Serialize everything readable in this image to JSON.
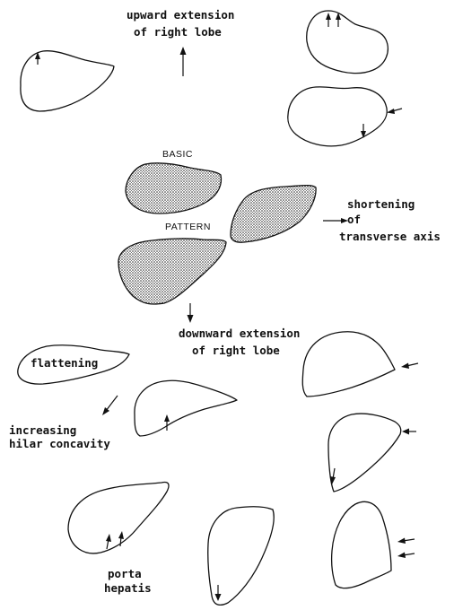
{
  "labels": {
    "upward": [
      "upward extension",
      "of right lobe"
    ],
    "basic": "BASIC",
    "pattern": "PATTERN",
    "shortening": [
      "shortening",
      "of",
      "transverse axis"
    ],
    "downward": [
      "downward extension",
      "of right lobe"
    ],
    "flattening": "flattening",
    "hilar": [
      "increasing",
      "hilar concavity"
    ],
    "porta": [
      "porta",
      "hepatis"
    ]
  },
  "colors": {
    "ink": "#111111",
    "shading": "#111111"
  }
}
